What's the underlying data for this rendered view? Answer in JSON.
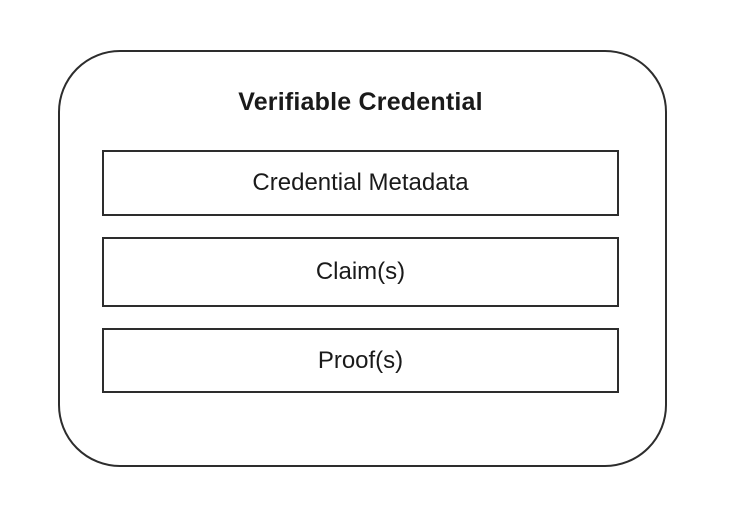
{
  "diagram": {
    "title": "Verifiable Credential",
    "boxes": [
      {
        "label": "Credential Metadata"
      },
      {
        "label": "Claim(s)"
      },
      {
        "label": "Proof(s)"
      }
    ],
    "colors": {
      "border": "#2d2d2d",
      "background": "#ffffff",
      "text": "#1a1a1a"
    }
  }
}
